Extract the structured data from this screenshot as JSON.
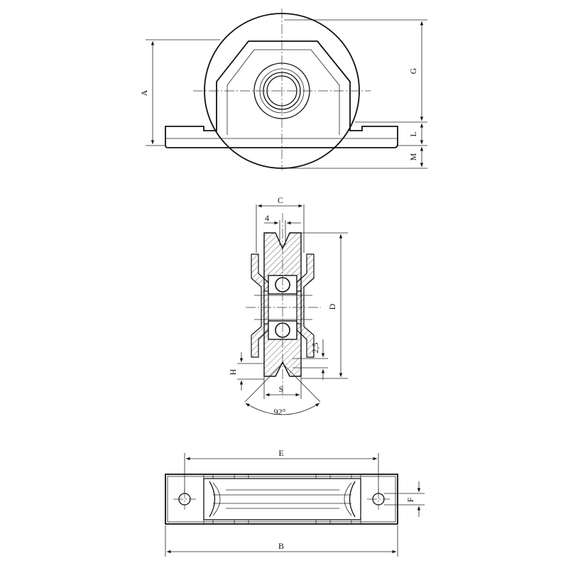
{
  "drawing": {
    "views": [
      "front-view",
      "section-view",
      "top-view"
    ],
    "dimension_labels": {
      "A": "A",
      "G": "G",
      "L": "L",
      "M": "M",
      "C": "C",
      "groove_width": "4",
      "D": "D",
      "groove_depth": "2,5",
      "H": "H",
      "S": "S",
      "angle": "92°",
      "E": "E",
      "F": "F",
      "B": "B"
    }
  }
}
